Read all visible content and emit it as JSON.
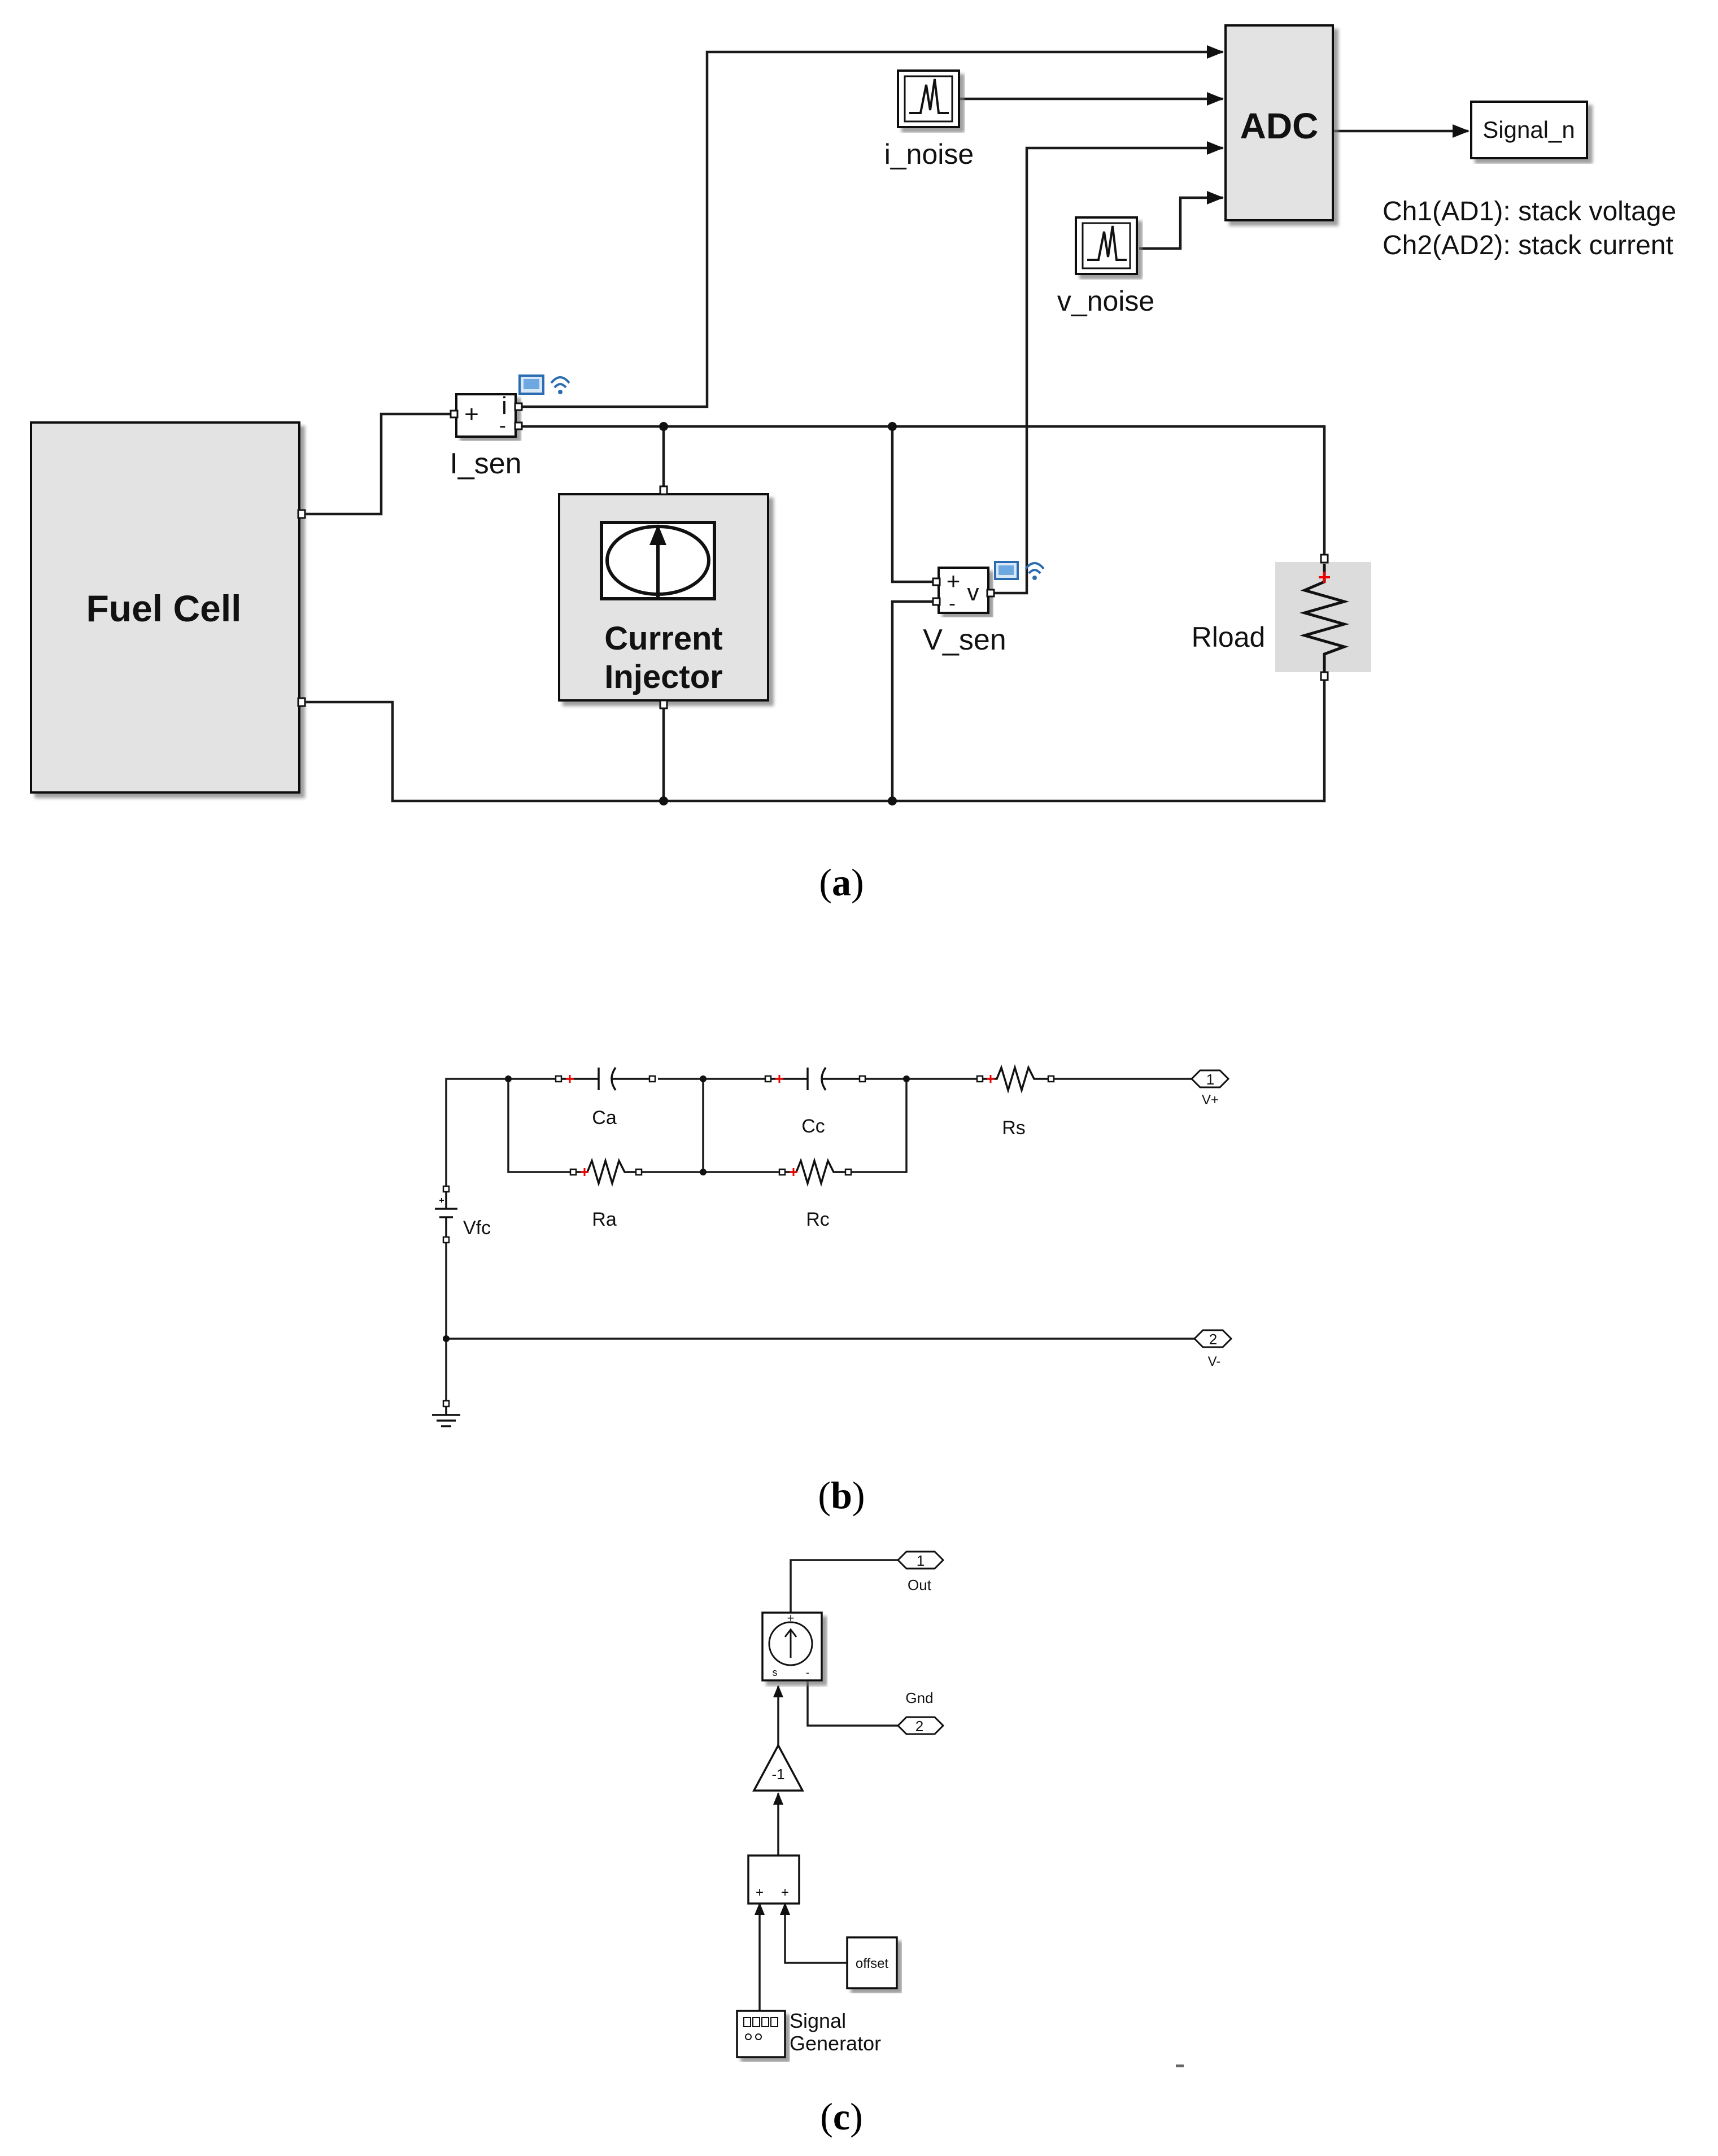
{
  "panel_a": {
    "caption_open": "(",
    "caption_letter": "a",
    "caption_close": ")",
    "fuel_cell": "Fuel Cell",
    "current_injector_line1": "Current",
    "current_injector_line2": "Injector",
    "adc": "ADC",
    "signal_out": "Signal_n",
    "i_noise": "i_noise",
    "v_noise": "v_noise",
    "i_sen": "I_sen",
    "v_sen": "V_sen",
    "i_sen_plus": "+",
    "i_sen_i": "i",
    "i_sen_minus": "-",
    "v_sen_plus": "+",
    "v_sen_v": "v",
    "v_sen_minus": "-",
    "rload": "Rload",
    "note_line1": "Ch1(AD1): stack voltage",
    "note_line2": "Ch2(AD2): stack current",
    "accent_color": "#0b10c8",
    "block_fill": "#e3e3e3"
  },
  "panel_b": {
    "caption_open": "(",
    "caption_letter": "b",
    "caption_close": ")",
    "ca": "Ca",
    "cc": "Cc",
    "ra": "Ra",
    "rc": "Rc",
    "rs": "Rs",
    "vfc": "Vfc",
    "port1_num": "1",
    "port1_name": "V+",
    "port2_num": "2",
    "port2_name": "V-"
  },
  "panel_c": {
    "caption_open": "(",
    "caption_letter": "c",
    "caption_close": ")",
    "out_num": "1",
    "out_name": "Out",
    "gnd_num": "2",
    "gnd_name": "Gnd",
    "gain": "-1",
    "sum_plus1": "+",
    "sum_plus2": "+",
    "offset": "offset",
    "siggen_line1": "Signal",
    "siggen_line2": "Generator",
    "source_plus": "+",
    "source_s": "s",
    "source_dash": "-"
  }
}
